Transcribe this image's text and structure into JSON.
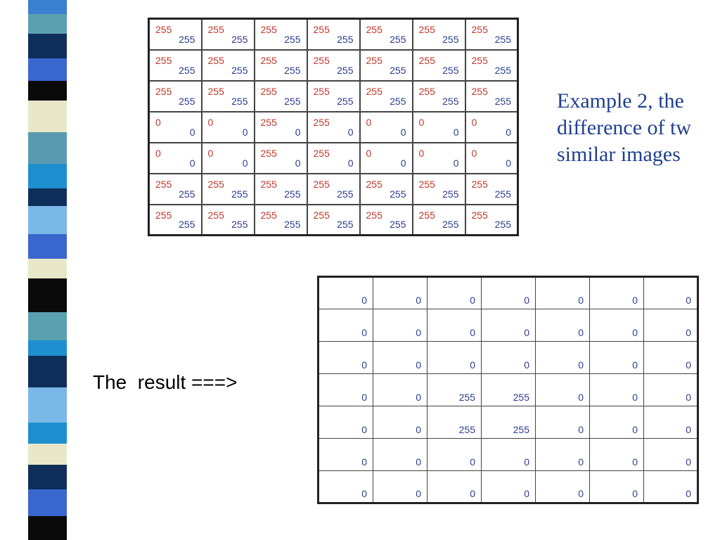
{
  "caption": {
    "line1": "Example 2, the",
    "line2": "difference of tw",
    "line3": "similar images"
  },
  "result_label": "The  result ===>",
  "top_grid": [
    [
      [
        "255",
        "255"
      ],
      [
        "255",
        "255"
      ],
      [
        "255",
        "255"
      ],
      [
        "255",
        "255"
      ],
      [
        "255",
        "255"
      ],
      [
        "255",
        "255"
      ],
      [
        "255",
        "255"
      ]
    ],
    [
      [
        "255",
        "255"
      ],
      [
        "255",
        "255"
      ],
      [
        "255",
        "255"
      ],
      [
        "255",
        "255"
      ],
      [
        "255",
        "255"
      ],
      [
        "255",
        "255"
      ],
      [
        "255",
        "255"
      ]
    ],
    [
      [
        "255",
        "255"
      ],
      [
        "255",
        "255"
      ],
      [
        "255",
        "255"
      ],
      [
        "255",
        "255"
      ],
      [
        "255",
        "255"
      ],
      [
        "255",
        "255"
      ],
      [
        "255",
        "255"
      ]
    ],
    [
      [
        "0",
        "0"
      ],
      [
        "0",
        "0"
      ],
      [
        "255",
        "0"
      ],
      [
        "255",
        "0"
      ],
      [
        "0",
        "0"
      ],
      [
        "0",
        "0"
      ],
      [
        "0",
        "0"
      ]
    ],
    [
      [
        "0",
        "0"
      ],
      [
        "0",
        "0"
      ],
      [
        "255",
        "0"
      ],
      [
        "255",
        "0"
      ],
      [
        "0",
        "0"
      ],
      [
        "0",
        "0"
      ],
      [
        "0",
        "0"
      ]
    ],
    [
      [
        "255",
        "255"
      ],
      [
        "255",
        "255"
      ],
      [
        "255",
        "255"
      ],
      [
        "255",
        "255"
      ],
      [
        "255",
        "255"
      ],
      [
        "255",
        "255"
      ],
      [
        "255",
        "255"
      ]
    ],
    [
      [
        "255",
        "255"
      ],
      [
        "255",
        "255"
      ],
      [
        "255",
        "255"
      ],
      [
        "255",
        "255"
      ],
      [
        "255",
        "255"
      ],
      [
        "255",
        "255"
      ],
      [
        "255",
        "255"
      ]
    ]
  ],
  "result_grid": [
    [
      "0",
      "0",
      "0",
      "0",
      "0",
      "0",
      "0"
    ],
    [
      "0",
      "0",
      "0",
      "0",
      "0",
      "0",
      "0"
    ],
    [
      "0",
      "0",
      "0",
      "0",
      "0",
      "0",
      "0"
    ],
    [
      "0",
      "0",
      "255",
      "255",
      "0",
      "0",
      "0"
    ],
    [
      "0",
      "0",
      "255",
      "255",
      "0",
      "0",
      "0"
    ],
    [
      "0",
      "0",
      "0",
      "0",
      "0",
      "0",
      "0"
    ],
    [
      "0",
      "0",
      "0",
      "0",
      "0",
      "0",
      "0"
    ]
  ],
  "colors": {
    "first_value": "#c0392b",
    "second_value": "#2c3e8f",
    "caption": "#1f3f8f"
  }
}
